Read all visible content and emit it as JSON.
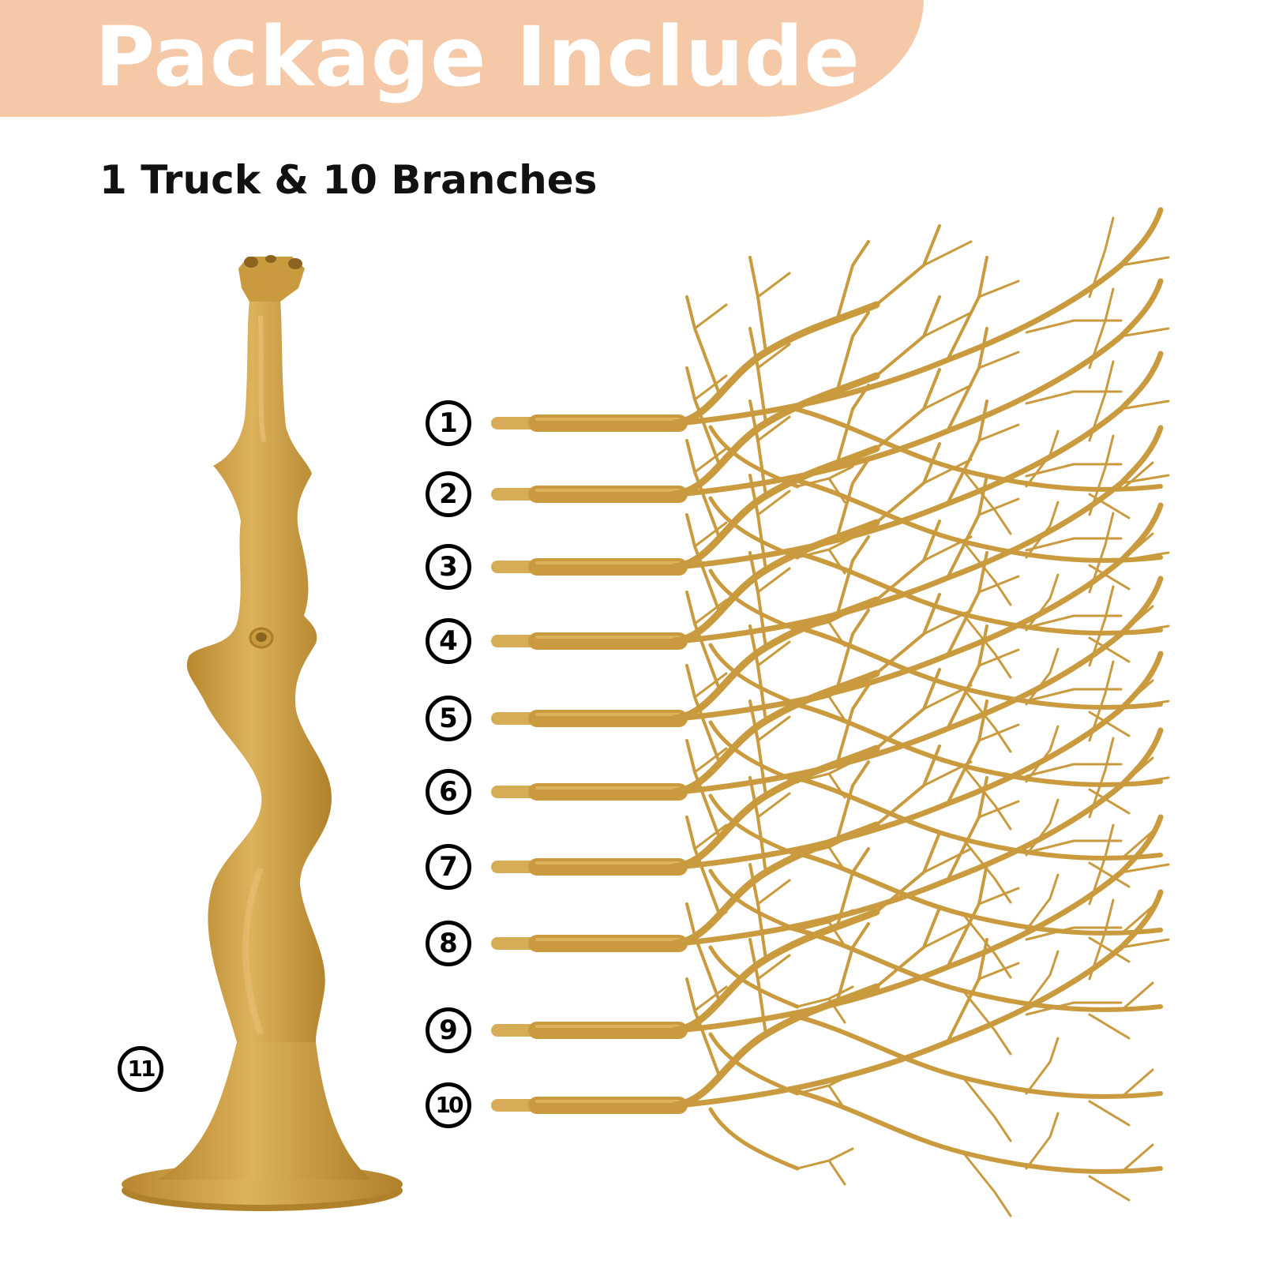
{
  "header": {
    "title": "Package Include",
    "band_color": "#f5c9a8"
  },
  "subtitle": "1 Truck & 10 Branches",
  "colors": {
    "gold": "#c99a3e",
    "gold_light": "#dcb25c",
    "gold_dark": "#a87c28"
  },
  "trunk": {
    "label": "11"
  },
  "branches": [
    {
      "label": "1"
    },
    {
      "label": "2"
    },
    {
      "label": "3"
    },
    {
      "label": "4"
    },
    {
      "label": "5"
    },
    {
      "label": "6"
    },
    {
      "label": "7"
    },
    {
      "label": "8"
    },
    {
      "label": "9"
    },
    {
      "label": "10"
    }
  ]
}
